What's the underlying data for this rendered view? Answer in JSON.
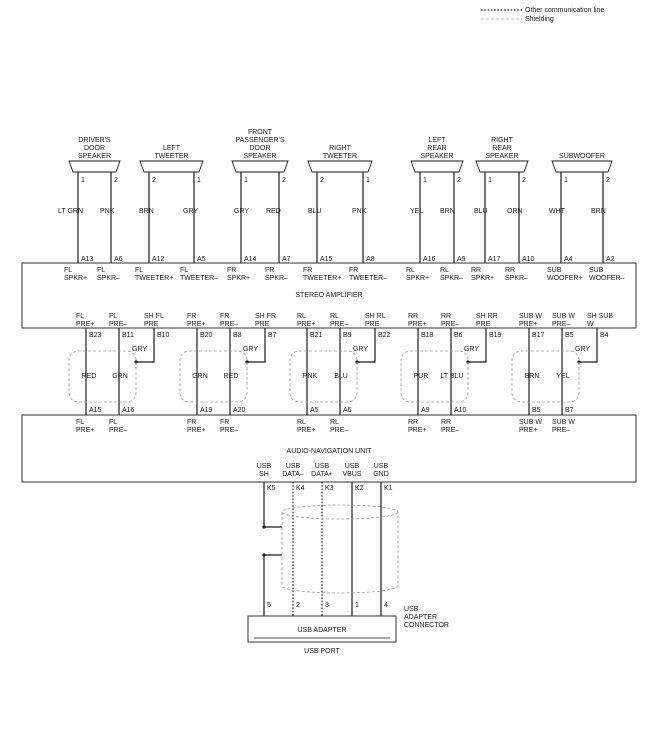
{
  "legend": {
    "other_comm": "Other communication line",
    "shielding": "Shielding"
  },
  "units": {
    "amp": "STEREO AMPLIFIER",
    "nav": "AUDIO-NAVIGATION UNIT",
    "usb_adapter": "USB ADAPTER",
    "usb_port": "USB PORT",
    "usb_adapter_connector": [
      "USB",
      "ADAPTER",
      "CONNECTOR"
    ]
  },
  "speakers": [
    {
      "id": "driver",
      "label": [
        "DRIVER'S",
        "DOOR",
        "SPEAKER"
      ],
      "pins": [
        "1",
        "2"
      ],
      "colors": [
        "LT GRN",
        "PNK"
      ],
      "amp_pins": [
        "A13",
        "A6"
      ],
      "amp_labels": [
        [
          "FL",
          "SPKR+"
        ],
        [
          "FL",
          "SPKR–"
        ]
      ]
    },
    {
      "id": "ltweet",
      "label": [
        "LEFT",
        "TWEETER"
      ],
      "pins": [
        "2",
        "1"
      ],
      "colors": [
        "BRN",
        "GRY"
      ],
      "amp_pins": [
        "A12",
        "A5"
      ],
      "amp_labels": [
        [
          "FL",
          "TWEETER+"
        ],
        [
          "FL",
          "TWEETER–"
        ]
      ]
    },
    {
      "id": "pass",
      "label": [
        "FRONT",
        "PASSENGER'S",
        "DOOR",
        "SPEAKER"
      ],
      "pins": [
        "1",
        "2"
      ],
      "colors": [
        "GRY",
        "RED"
      ],
      "amp_pins": [
        "A14",
        "A7"
      ],
      "amp_labels": [
        [
          "FR",
          "SPKR+"
        ],
        [
          "FR",
          "SPKR–"
        ]
      ]
    },
    {
      "id": "rtweet",
      "label": [
        "RIGHT",
        "TWEETER"
      ],
      "pins": [
        "2",
        "1"
      ],
      "colors": [
        "BLU",
        "PNK"
      ],
      "amp_pins": [
        "A15",
        "A8"
      ],
      "amp_labels": [
        [
          "FR",
          "TWEETER+"
        ],
        [
          "FR",
          "TWEETER–"
        ]
      ]
    },
    {
      "id": "lrear",
      "label": [
        "LEFT",
        "REAR",
        "SPEAKER"
      ],
      "pins": [
        "1",
        "2"
      ],
      "colors": [
        "YEL",
        "BRN"
      ],
      "amp_pins": [
        "A16",
        "A9"
      ],
      "amp_labels": [
        [
          "RL",
          "SPKR+"
        ],
        [
          "RL",
          "SPKR–"
        ]
      ]
    },
    {
      "id": "rrear",
      "label": [
        "RIGHT",
        "REAR",
        "SPEAKER"
      ],
      "pins": [
        "1",
        "2"
      ],
      "colors": [
        "BLU",
        "ORN"
      ],
      "amp_pins": [
        "A17",
        "A10"
      ],
      "amp_labels": [
        [
          "RR",
          "SPKR+"
        ],
        [
          "RR",
          "SPKR–"
        ]
      ]
    },
    {
      "id": "sub",
      "label": [
        "SUBWOOFER"
      ],
      "pins": [
        "1",
        "2"
      ],
      "colors": [
        "WHT",
        "BRN"
      ],
      "amp_pins": [
        "A4",
        "A2"
      ],
      "amp_labels": [
        [
          "SUB",
          "WOOFER+"
        ],
        [
          "SUB",
          "WOOFER–"
        ]
      ]
    }
  ],
  "preamp": [
    {
      "id": "fl",
      "amp_labels": [
        [
          "FL",
          "PRE+"
        ],
        [
          "FL",
          "PRE–"
        ],
        [
          "SH FL",
          "PRE"
        ]
      ],
      "amp_pins": [
        "B23",
        "B11",
        "B10"
      ],
      "colors": [
        "RED",
        "GRN"
      ],
      "shield_color": "GRY",
      "nav_pins": [
        "A15",
        "A16"
      ],
      "nav_labels": [
        [
          "FL",
          "PRE+"
        ],
        [
          "FL",
          "PRE–"
        ]
      ]
    },
    {
      "id": "fr",
      "amp_labels": [
        [
          "FR",
          "PRE+"
        ],
        [
          "FR",
          "PRE–"
        ],
        [
          "SH FR",
          "PRE"
        ]
      ],
      "amp_pins": [
        "B20",
        "B8",
        "B7"
      ],
      "colors": [
        "GRN",
        "RED"
      ],
      "shield_color": "GRY",
      "nav_pins": [
        "A19",
        "A20"
      ],
      "nav_labels": [
        [
          "FR",
          "PRE+"
        ],
        [
          "FR",
          "PRE–"
        ]
      ]
    },
    {
      "id": "rl",
      "amp_labels": [
        [
          "RL",
          "PRE+"
        ],
        [
          "RL",
          "PRE–"
        ],
        [
          "SH RL",
          "PRE"
        ]
      ],
      "amp_pins": [
        "B21",
        "B9",
        "B22"
      ],
      "colors": [
        "PNK",
        "BLU"
      ],
      "shield_color": "GRY",
      "nav_pins": [
        "A5",
        "A6"
      ],
      "nav_labels": [
        [
          "RL",
          "PRE+"
        ],
        [
          "RL",
          "PRE–"
        ]
      ]
    },
    {
      "id": "rr",
      "amp_labels": [
        [
          "RR",
          "PRE+"
        ],
        [
          "RR",
          "PRE–"
        ],
        [
          "SH RR",
          "PRE"
        ]
      ],
      "amp_pins": [
        "B18",
        "B6",
        "B19"
      ],
      "colors": [
        "PUR",
        "LT BLU"
      ],
      "shield_color": "GRY",
      "nav_pins": [
        "A9",
        "A10"
      ],
      "nav_labels": [
        [
          "RR",
          "PRE+"
        ],
        [
          "RR",
          "PRE–"
        ]
      ]
    },
    {
      "id": "subw",
      "amp_labels": [
        [
          "SUB W",
          "PRE+"
        ],
        [
          "SUB W",
          "PRE–"
        ],
        [
          "SH SUB",
          "W"
        ]
      ],
      "amp_pins": [
        "B17",
        "B5",
        "B4"
      ],
      "colors": [
        "BRN",
        "YEL"
      ],
      "shield_color": "GRY",
      "nav_pins": [
        "B5",
        "B7"
      ],
      "nav_labels": [
        [
          "SUB W",
          "PRE+"
        ],
        [
          "SUB W",
          "PRE–"
        ]
      ]
    }
  ],
  "usb": [
    {
      "id": "sh",
      "label": [
        "USB",
        "SH"
      ],
      "nav_pin": "K5",
      "adapter_pin": "5",
      "style": "solid"
    },
    {
      "id": "dm",
      "label": [
        "USB",
        "DATA–"
      ],
      "nav_pin": "K4",
      "adapter_pin": "2",
      "style": "dotted"
    },
    {
      "id": "dp",
      "label": [
        "USB",
        "DATA+"
      ],
      "nav_pin": "K3",
      "adapter_pin": "3",
      "style": "dotted"
    },
    {
      "id": "vbus",
      "label": [
        "USB",
        "VBUS"
      ],
      "nav_pin": "K2",
      "adapter_pin": "1",
      "style": "solid"
    },
    {
      "id": "gnd",
      "label": [
        "USB",
        "GND"
      ],
      "nav_pin": "K1",
      "adapter_pin": "4",
      "style": "solid"
    }
  ]
}
